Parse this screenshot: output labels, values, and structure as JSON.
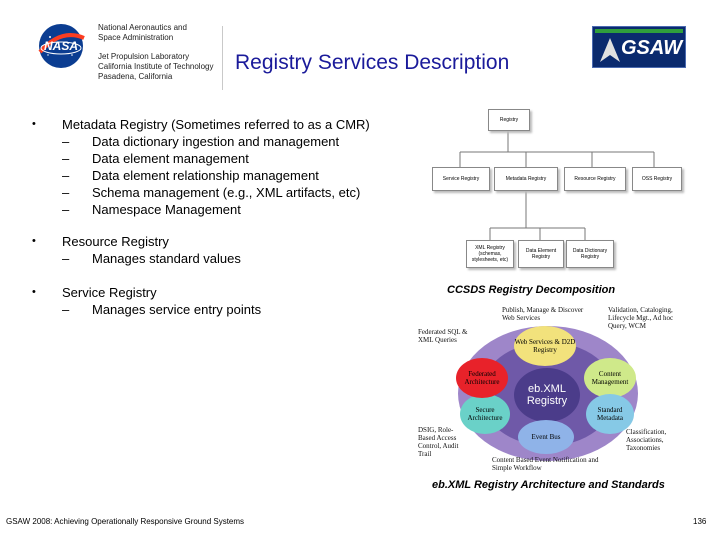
{
  "header": {
    "org_line1": "National Aeronautics and",
    "org_line2": "Space Administration",
    "lab_line1": "Jet Propulsion Laboratory",
    "lab_line2": "California Institute of Technology",
    "lab_line3": "Pasadena, California",
    "title": "Registry Services Description",
    "nasa_logo_text": "NASA",
    "gsaw_logo_text": "GSAW"
  },
  "bullets": [
    {
      "label": "Metadata Registry (Sometimes referred to as a CMR)",
      "subs": [
        "Data dictionary ingestion and management",
        "Data element management",
        "Data element relationship management",
        "Schema management (e.g., XML artifacts, etc)",
        "Namespace Management"
      ]
    },
    {
      "label": "Resource Registry",
      "subs": [
        "Manages standard values"
      ]
    },
    {
      "label": "Service Registry",
      "subs": [
        "Manages service entry points"
      ]
    }
  ],
  "ccsds_diagram": {
    "top": "Registry",
    "middle": [
      "Service Registry",
      "Metadata Registry",
      "Resource Registry",
      "OSS Registry"
    ],
    "bottom": [
      "XML Registry (schemas, stylesheets, etc)",
      "Data Element Registry",
      "Data Dictionary Registry"
    ],
    "caption": "CCSDS Registry Decomposition"
  },
  "ebxml_diagram": {
    "center": "eb.XML Registry",
    "segments": [
      {
        "label": "Web Services & D2D Registry",
        "color": "#f2e27c"
      },
      {
        "label": "Content Management",
        "color": "#cfe98a"
      },
      {
        "label": "Standard Metadata",
        "color": "#86c9e6"
      },
      {
        "label": "Event Bus",
        "color": "#8fb3e8"
      },
      {
        "label": "Secure Architecture",
        "color": "#6ad1c8"
      },
      {
        "label": "Federated Architecture",
        "color": "#e8222a"
      }
    ],
    "annotations": {
      "top": "Publish, Manage & Discover Web Services",
      "top_right": "Validation, Cataloging, Lifecycle Mgt., Ad hoc Query, WCM",
      "left": "Federated SQL & XML Queries",
      "bottom_left": "DSIG, Role-Based Access Control, Audit Trail",
      "bottom_right": "Classification, Associations, Taxonomies",
      "bottom": "Content Based Event Notification and Simple Workflow"
    },
    "caption": "eb.XML Registry Architecture and Standards"
  },
  "footer": {
    "text": "GSAW 2008: Achieving Operationally Responsive Ground Systems",
    "page": "136"
  }
}
